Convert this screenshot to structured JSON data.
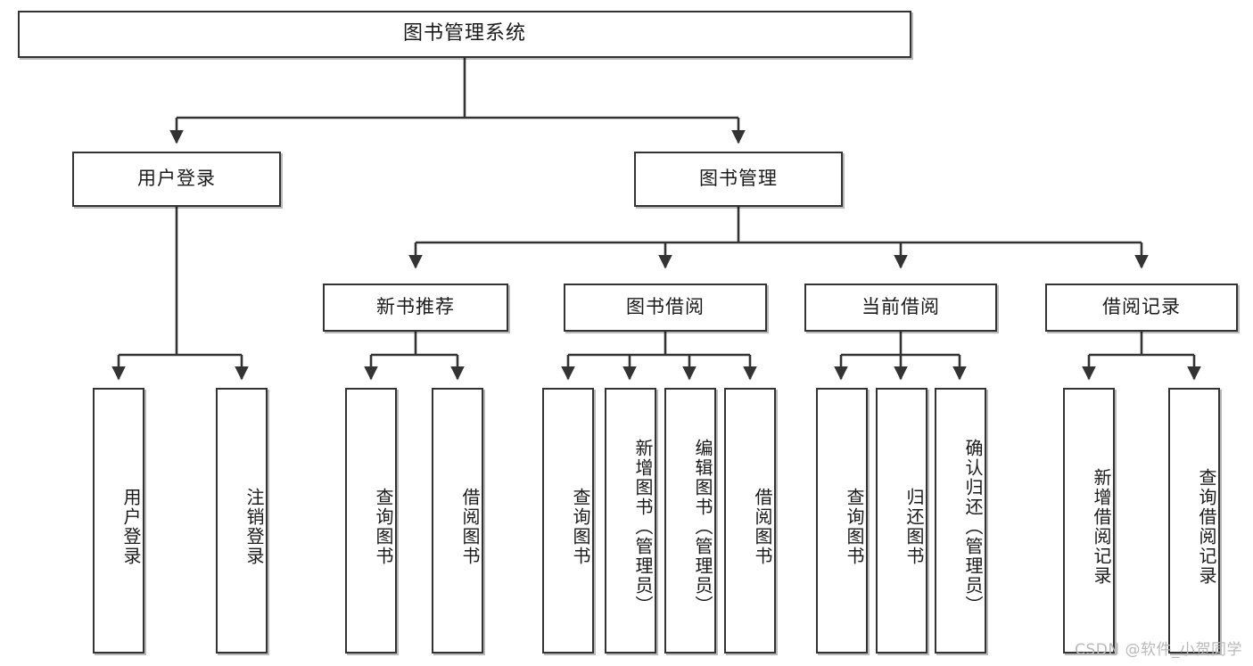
{
  "diagram": {
    "title": "图书管理系统",
    "type": "tree-hierarchy-diagram",
    "theme": {
      "background": "#ffffff",
      "box_border": "#333333",
      "box_fill": "#ffffff",
      "text": "#1a1a1a",
      "connector": "#333333",
      "watermark": "#b9b9b9"
    }
  },
  "nodes": {
    "root": {
      "label": "图书管理系统",
      "level": 1
    },
    "level2": [
      {
        "id": "user-login",
        "label": "用户登录"
      },
      {
        "id": "book-management",
        "label": "图书管理"
      }
    ],
    "level3": [
      {
        "id": "new-book-recommend",
        "label": "新书推荐"
      },
      {
        "id": "book-borrow",
        "label": "图书借阅"
      },
      {
        "id": "current-borrow",
        "label": "当前借阅"
      },
      {
        "id": "borrow-record",
        "label": "借阅记录"
      }
    ],
    "leaves": {
      "user-login": [
        {
          "id": "leaf-user-login",
          "label": "用户登录"
        },
        {
          "id": "leaf-logout-login",
          "label": "注销登录"
        }
      ],
      "new-book-recommend": [
        {
          "id": "leaf-query-book-1",
          "label": "查询图书"
        },
        {
          "id": "leaf-borrow-book-1",
          "label": "借阅图书"
        }
      ],
      "book-borrow": [
        {
          "id": "leaf-query-book-2",
          "label": "查询图书"
        },
        {
          "id": "leaf-add-book",
          "label": "新增图书（管理员）"
        },
        {
          "id": "leaf-edit-book",
          "label": "编辑图书（管理员）"
        },
        {
          "id": "leaf-borrow-book-2",
          "label": "借阅图书"
        }
      ],
      "current-borrow": [
        {
          "id": "leaf-query-book-3",
          "label": "查询图书"
        },
        {
          "id": "leaf-return-book",
          "label": "归还图书"
        },
        {
          "id": "leaf-confirm-return",
          "label": "确认归还（管理员）"
        }
      ],
      "borrow-record": [
        {
          "id": "leaf-add-record",
          "label": "新增借阅记录"
        },
        {
          "id": "leaf-query-record",
          "label": "查询借阅记录"
        }
      ]
    }
  },
  "watermark": {
    "text": "CSDN @软件_小贺同学"
  }
}
